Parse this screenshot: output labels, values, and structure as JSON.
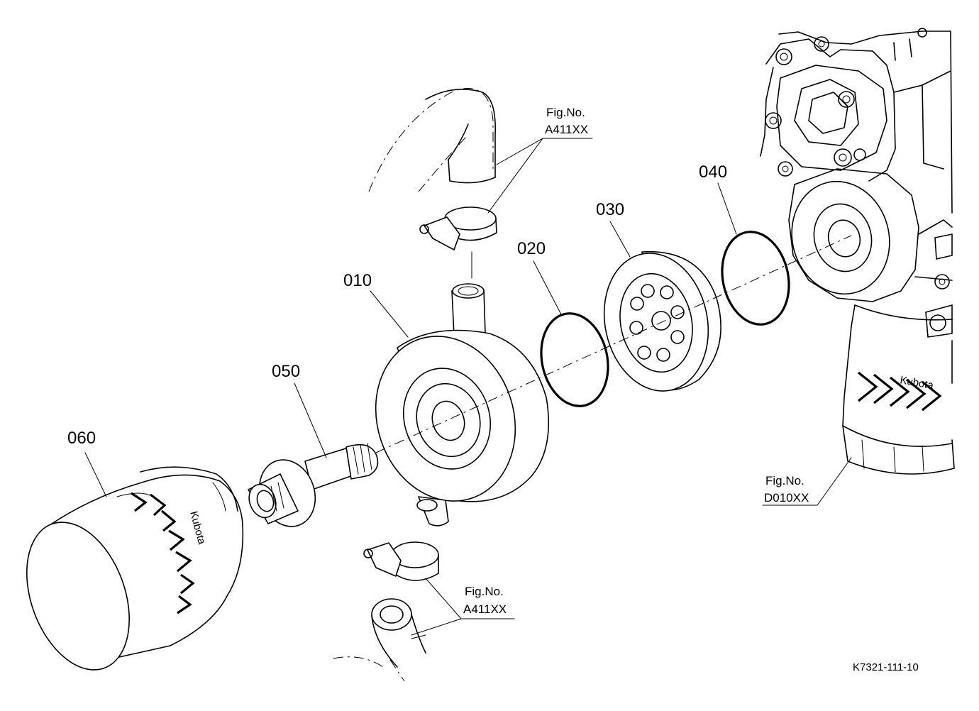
{
  "parts": [
    {
      "key": "010",
      "label": "010"
    },
    {
      "key": "020",
      "label": "020"
    },
    {
      "key": "030",
      "label": "030"
    },
    {
      "key": "040",
      "label": "040"
    },
    {
      "key": "050",
      "label": "050"
    },
    {
      "key": "060",
      "label": "060"
    }
  ],
  "refs": {
    "top": {
      "line1": "Fig.No.",
      "line2": "A411XX"
    },
    "bottom": {
      "line1": "Fig.No.",
      "line2": "A411XX"
    },
    "engine": {
      "line1": "Fig.No.",
      "line2": "D010XX"
    }
  },
  "drawing_code": "K7321-111-10",
  "brand_mark": "Kubota"
}
